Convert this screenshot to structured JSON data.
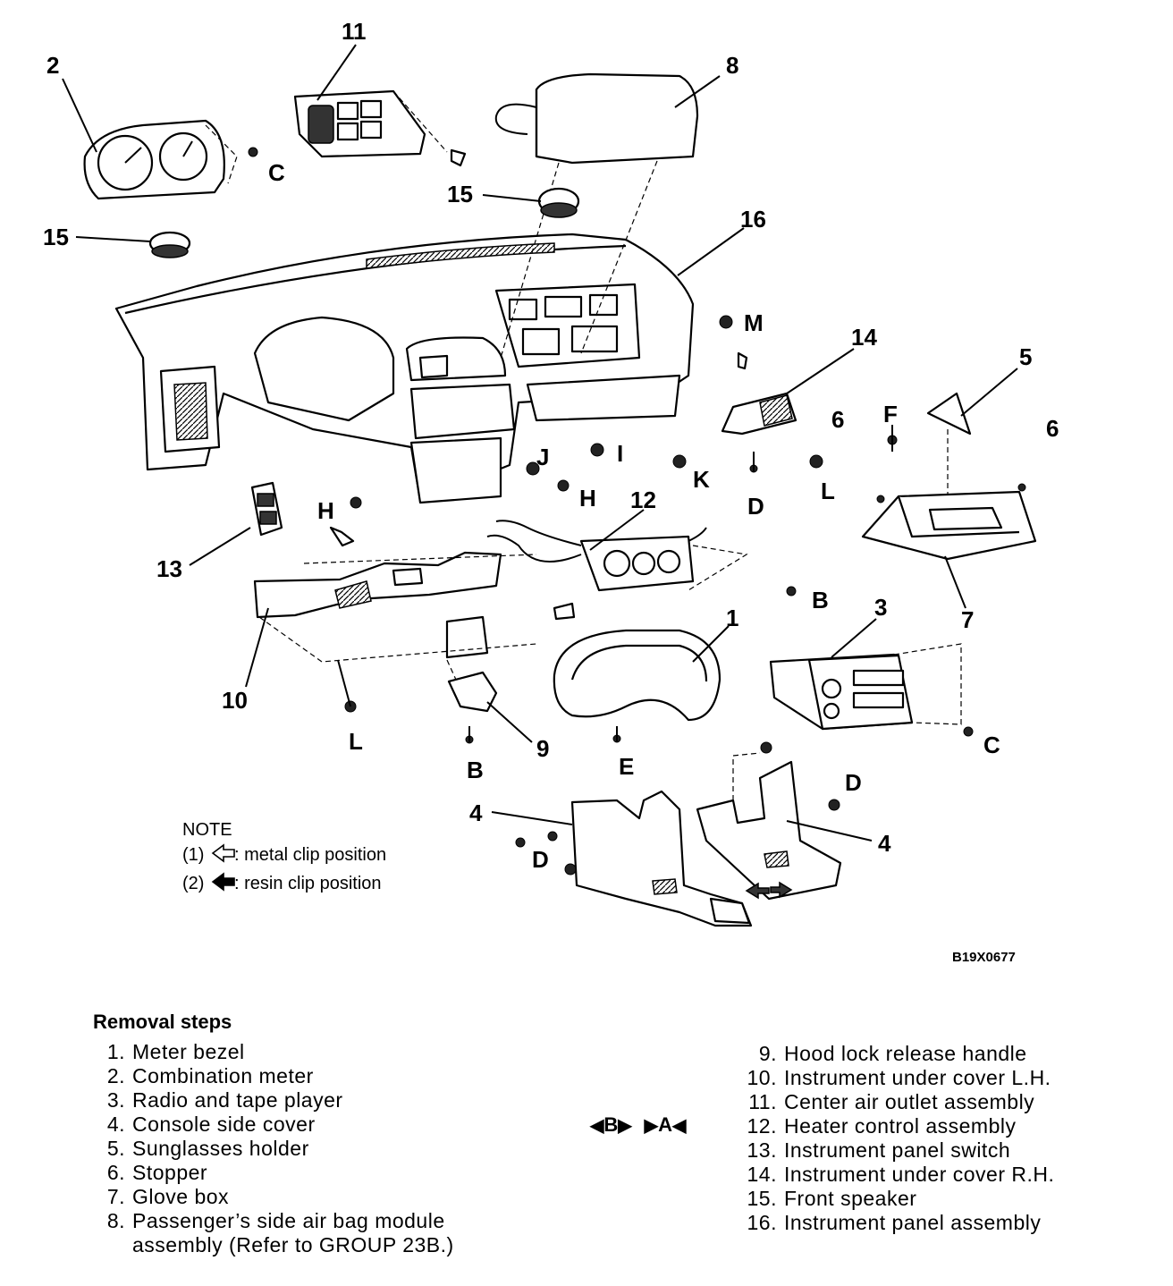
{
  "callouts": {
    "c1": "1",
    "c2": "2",
    "c3": "3",
    "c4a": "4",
    "c4b": "4",
    "c5": "5",
    "c6a": "6",
    "c6b": "6",
    "c7": "7",
    "c8": "8",
    "c9": "9",
    "c10": "10",
    "c11": "11",
    "c12": "12",
    "c13": "13",
    "c14": "14",
    "c15a": "15",
    "c15b": "15",
    "c16": "16",
    "fB1": "B",
    "fB2": "B",
    "fC1": "C",
    "fC2": "C",
    "fD1": "D",
    "fD2": "D",
    "fD3": "D",
    "fE": "E",
    "fF": "F",
    "fH1": "H",
    "fH2": "H",
    "fI": "I",
    "fJ": "J",
    "fK": "K",
    "fL1": "L",
    "fL2": "L",
    "fM": "M"
  },
  "note": {
    "title": "NOTE",
    "item1_prefix": "(1)",
    "item1_text": ": metal clip position",
    "item2_prefix": "(2)",
    "item2_text": ": resin clip position"
  },
  "figure_code": "B19X0677",
  "removal": {
    "title": "Removal steps",
    "left": [
      {
        "num": "1.",
        "text": "Meter bezel"
      },
      {
        "num": "2.",
        "text": "Combination meter"
      },
      {
        "num": "3.",
        "text": "Radio and tape player"
      },
      {
        "num": "4.",
        "text": "Console side cover"
      },
      {
        "num": "5.",
        "text": "Sunglasses holder"
      },
      {
        "num": "6.",
        "text": "Stopper"
      },
      {
        "num": "7.",
        "text": "Glove box"
      },
      {
        "num": "8.",
        "text": "Passenger’s side air bag module\nassembly (Refer to GROUP 23B.)"
      }
    ],
    "right": [
      {
        "num": "9.",
        "text": "Hood lock release handle"
      },
      {
        "num": "10.",
        "text": "Instrument under cover L.H."
      },
      {
        "num": "11.",
        "text": "Center air outlet assembly"
      },
      {
        "num": "12.",
        "text": "Heater control assembly"
      },
      {
        "num": "13.",
        "text": "Instrument panel switch"
      },
      {
        "num": "14.",
        "text": "Instrument under cover R.H."
      },
      {
        "num": "15.",
        "text": "Front speaker"
      },
      {
        "num": "16.",
        "text": "Instrument panel assembly"
      }
    ],
    "indicators": {
      "b": "B",
      "a": "A"
    }
  }
}
